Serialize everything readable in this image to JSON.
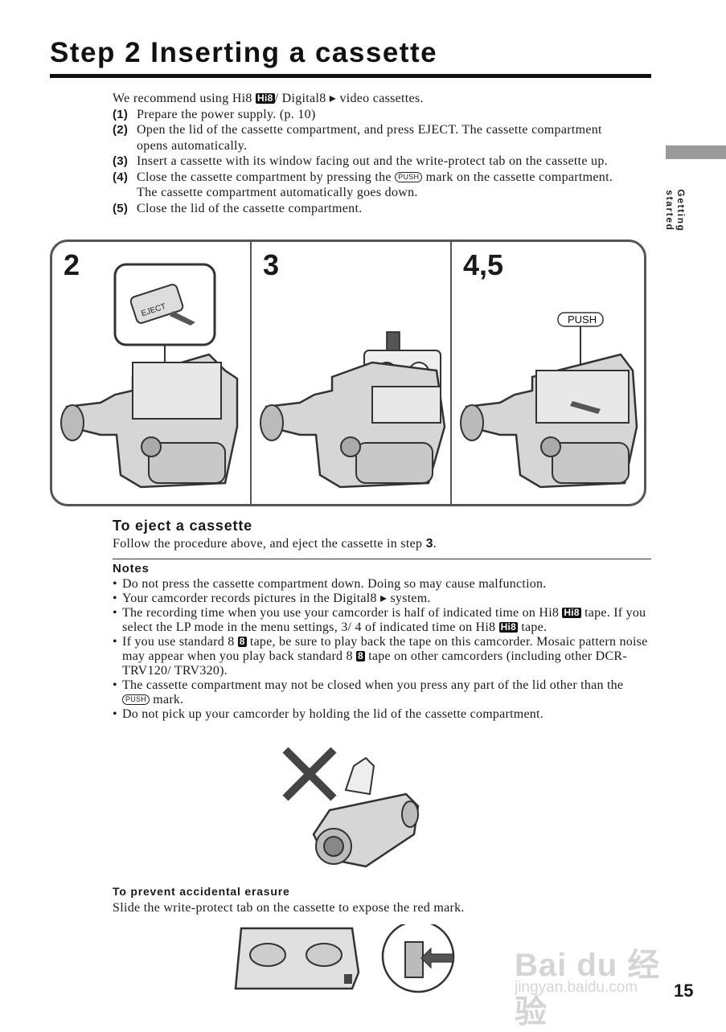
{
  "page": {
    "title": "Step 2  Inserting a cassette",
    "section_tab": "Getting started",
    "page_number": "15"
  },
  "intro": {
    "lead_a": "We recommend using Hi8 ",
    "lead_logo": "Hi8",
    "lead_b": "/ Digital8 ",
    "lead_c": " video cassettes.",
    "steps": [
      {
        "num": "(1)",
        "text": "Prepare the power supply. (p. 10)"
      },
      {
        "num": "(2)",
        "text": "Open the lid of the cassette compartment, and press EJECT. The cassette compartment opens automatically."
      },
      {
        "num": "(3)",
        "text": "Insert a cassette with its window facing out and the write-protect tab on the cassette up."
      },
      {
        "num": "(4)",
        "text_a": "Close the cassette compartment by pressing the ",
        "badge": "PUSH",
        "text_b": " mark on the cassette compartment. The cassette compartment automatically goes down."
      },
      {
        "num": "(5)",
        "text": "Close the lid of the cassette compartment."
      }
    ]
  },
  "figure": {
    "panels": [
      {
        "label": "2",
        "callout": "EJECT"
      },
      {
        "label": "3"
      },
      {
        "label": "4,5",
        "callout": "PUSH"
      }
    ]
  },
  "eject": {
    "heading": "To eject a cassette",
    "text_a": "Follow the procedure above, and eject the cassette in step ",
    "step_ref": "3",
    "text_b": "."
  },
  "notes": {
    "heading": "Notes",
    "items": [
      {
        "text": "Do not press the cassette compartment down. Doing so may cause malfunction."
      },
      {
        "text_a": "Your camcorder records pictures in the Digital8 ",
        "text_b": " system."
      },
      {
        "text_a": "The recording time when you use your camcorder is half of indicated time on Hi8 ",
        "logo1": "Hi8",
        "text_b": " tape. If you select the LP mode in the menu settings, 3/ 4 of indicated time on Hi8 ",
        "logo2": "Hi8",
        "text_c": " tape."
      },
      {
        "text_a": "If you use standard 8 ",
        "logo1": "8",
        "text_b": " tape, be sure to play back the tape on this camcorder. Mosaic pattern noise may appear when you play back standard 8 ",
        "logo2": "8",
        "text_c": " tape on other camcorders (including other DCR-TRV120/ TRV320)."
      },
      {
        "text_a": "The cassette compartment may not be closed when you press any part of the lid other than the ",
        "badge": "PUSH",
        "text_b": " mark."
      },
      {
        "text": "Do not pick up your camcorder by holding the lid of the cassette compartment."
      }
    ]
  },
  "erasure": {
    "heading": "To prevent accidental erasure",
    "text": "Slide the write-protect tab on the cassette to expose the red mark."
  },
  "watermark": {
    "text1": "Bai du 经验",
    "text2": "jingyan.baidu.com"
  }
}
